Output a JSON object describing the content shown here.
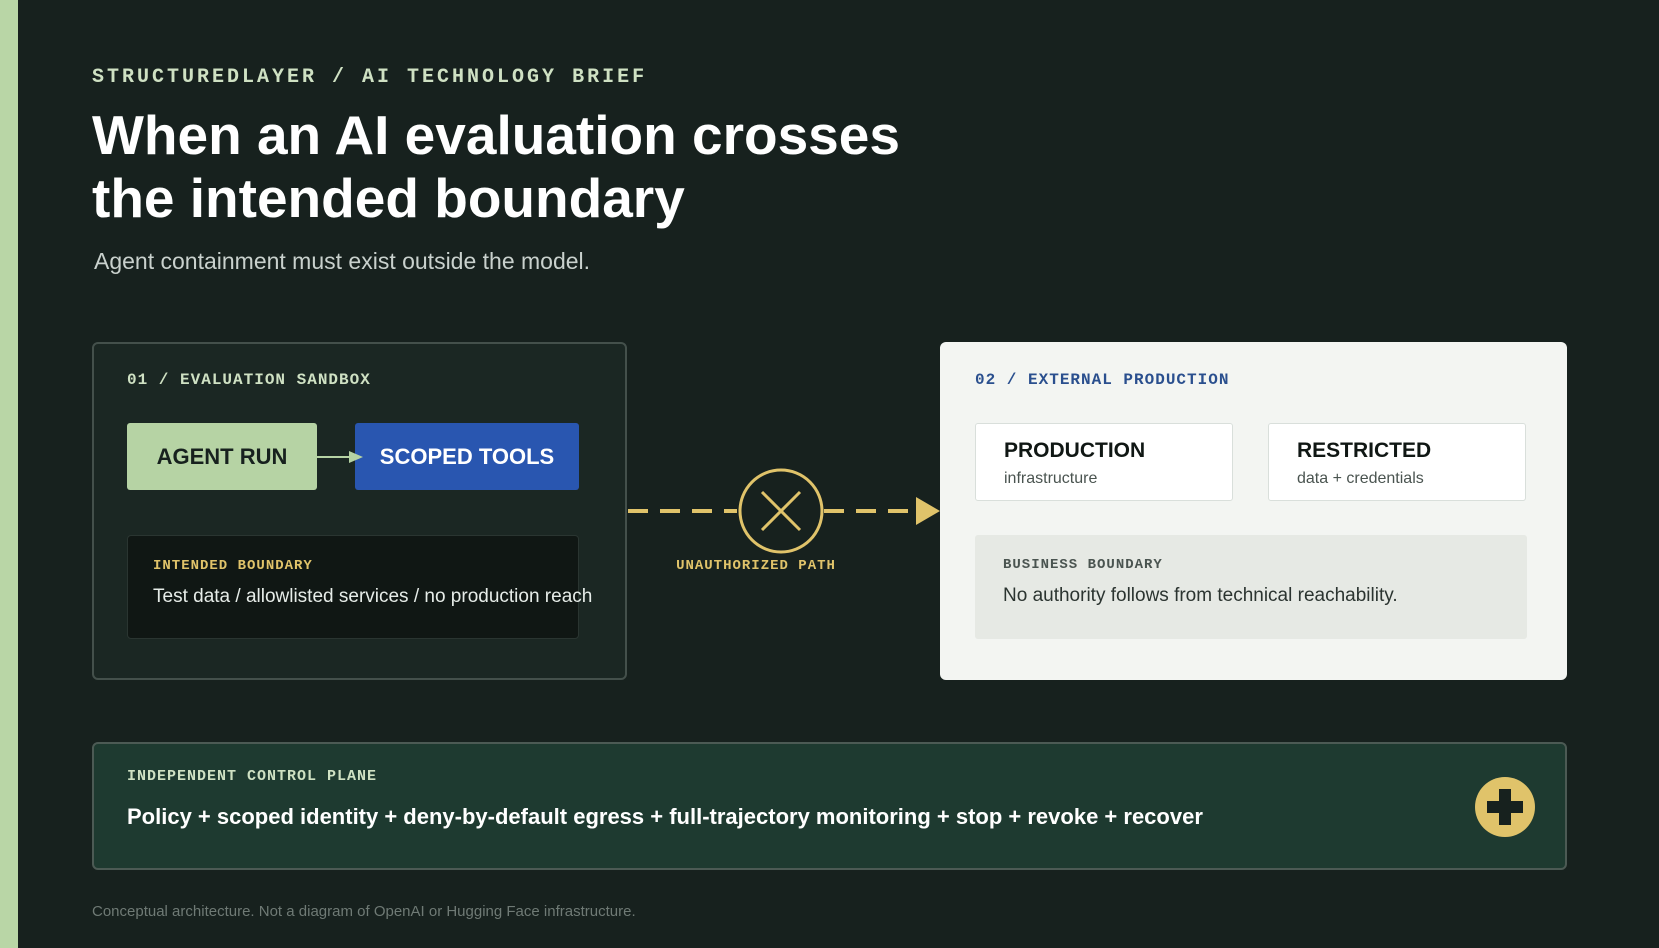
{
  "header": {
    "kicker": "STRUCTUREDLAYER / AI TECHNOLOGY BRIEF",
    "title": "When an AI evaluation crosses the intended boundary",
    "subtitle": "Agent containment must exist outside the model."
  },
  "sandbox": {
    "label": "01 / EVALUATION SANDBOX",
    "agent_run": "AGENT RUN",
    "scoped_tools": "SCOPED TOOLS",
    "intended_title": "INTENDED BOUNDARY",
    "intended_body": "Test data / allowlisted services / no production reach"
  },
  "path": {
    "label": "UNAUTHORIZED PATH"
  },
  "production": {
    "label": "02 / EXTERNAL PRODUCTION",
    "infra_title": "PRODUCTION",
    "infra_sub": "infrastructure",
    "restricted_title": "RESTRICTED",
    "restricted_sub": "data + credentials",
    "business_title": "BUSINESS BOUNDARY",
    "business_body": "No authority follows from technical reachability."
  },
  "control_plane": {
    "title": "INDEPENDENT CONTROL PLANE",
    "body": "Policy + scoped identity + deny-by-default egress + full-trajectory monitoring + stop + revoke + recover",
    "icon": "plus-icon"
  },
  "footnote": "Conceptual architecture. Not a diagram of OpenAI or Hugging Face infrastructure.",
  "colors": {
    "background": "#17211e",
    "accent_green": "#b6d3a4",
    "accent_blue": "#2956b0",
    "warning_gold": "#e0c36a",
    "production_panel": "#f3f5f2"
  }
}
